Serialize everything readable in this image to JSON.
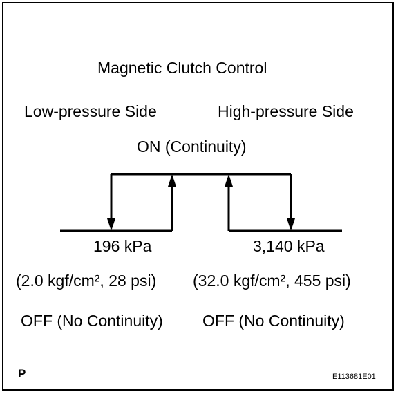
{
  "title": "Magnetic Clutch Control",
  "low_side_label": "Low-pressure Side",
  "high_side_label": "High-pressure Side",
  "on_label": "ON (Continuity)",
  "low_value": "196 kPa",
  "high_value": "3,140 kPa",
  "low_value_alt": "(2.0 kgf/cm², 28 psi)",
  "high_value_alt": "(32.0 kgf/cm², 455 psi)",
  "off_label_left": "OFF (No Continuity)",
  "off_label_right": "OFF (No Continuity)",
  "corner_letter": "P",
  "figure_code": "E113681E01"
}
